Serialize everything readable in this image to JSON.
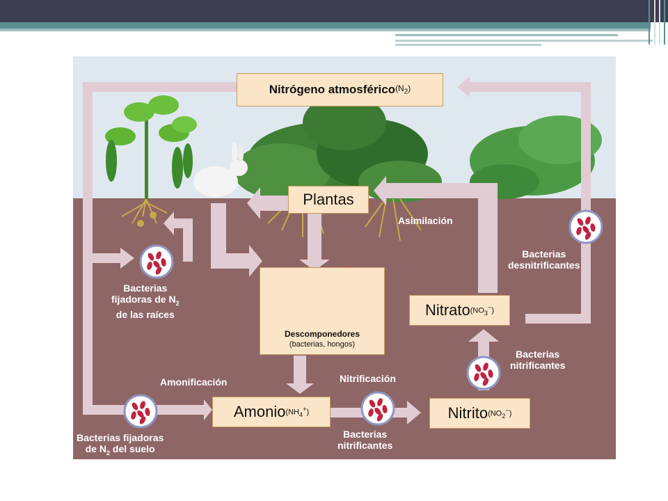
{
  "slide": {
    "accent_dark": "#3e3e52",
    "accent_teal": "#5a8e90"
  },
  "diagram": {
    "colors": {
      "sky": "#dfe8ee",
      "soil": "#8e6665",
      "arrow": "#e1ccd4",
      "box_fill": "#fbe5c8",
      "box_border": "#c89a62",
      "bacteria": "#c02440"
    },
    "boxes": {
      "nitrogen": {
        "text": "Nitrógeno atmosférico",
        "formula": "(N",
        "sub": "2",
        "close": ")"
      },
      "plantas": "Plantas",
      "decomposers": {
        "title": "Descomponedores",
        "subtitle": "(bacterias, hongos)"
      },
      "nitrato": {
        "text": "Nitrato",
        "formula": "(NO",
        "sub": "3",
        "sup": "−",
        "close": ")"
      },
      "amonio": {
        "text": "Amonio",
        "formula": "(NH",
        "sub": "4",
        "sup": "+",
        "close": ")"
      },
      "nitrito": {
        "text": "Nitrito",
        "formula": "(NO",
        "sub": "2",
        "sup": "−",
        "close": ")"
      }
    },
    "labels": {
      "asimilacion": "Asimilación",
      "bact_desn_1": "Bacterias",
      "bact_desn_2": "desnitrificantes",
      "bact_root_1": "Bacterias",
      "bact_root_2a": "fijadoras de N",
      "bact_root_2sub": "2",
      "bact_root_3": "de las raíces",
      "amonificacion": "Amonificación",
      "nitrificacion": "Nitrificación",
      "bact_nitr_right_1": "Bacterias",
      "bact_nitr_right_2": "nitrificantes",
      "bact_soil_1": "Bacterias fijadoras",
      "bact_soil_2a": "de N",
      "bact_soil_2sub": "2",
      "bact_soil_2b": " del suelo",
      "bact_nitr_bottom_1": "Bacterias",
      "bact_nitr_bottom_2": "nitrificantes"
    }
  }
}
